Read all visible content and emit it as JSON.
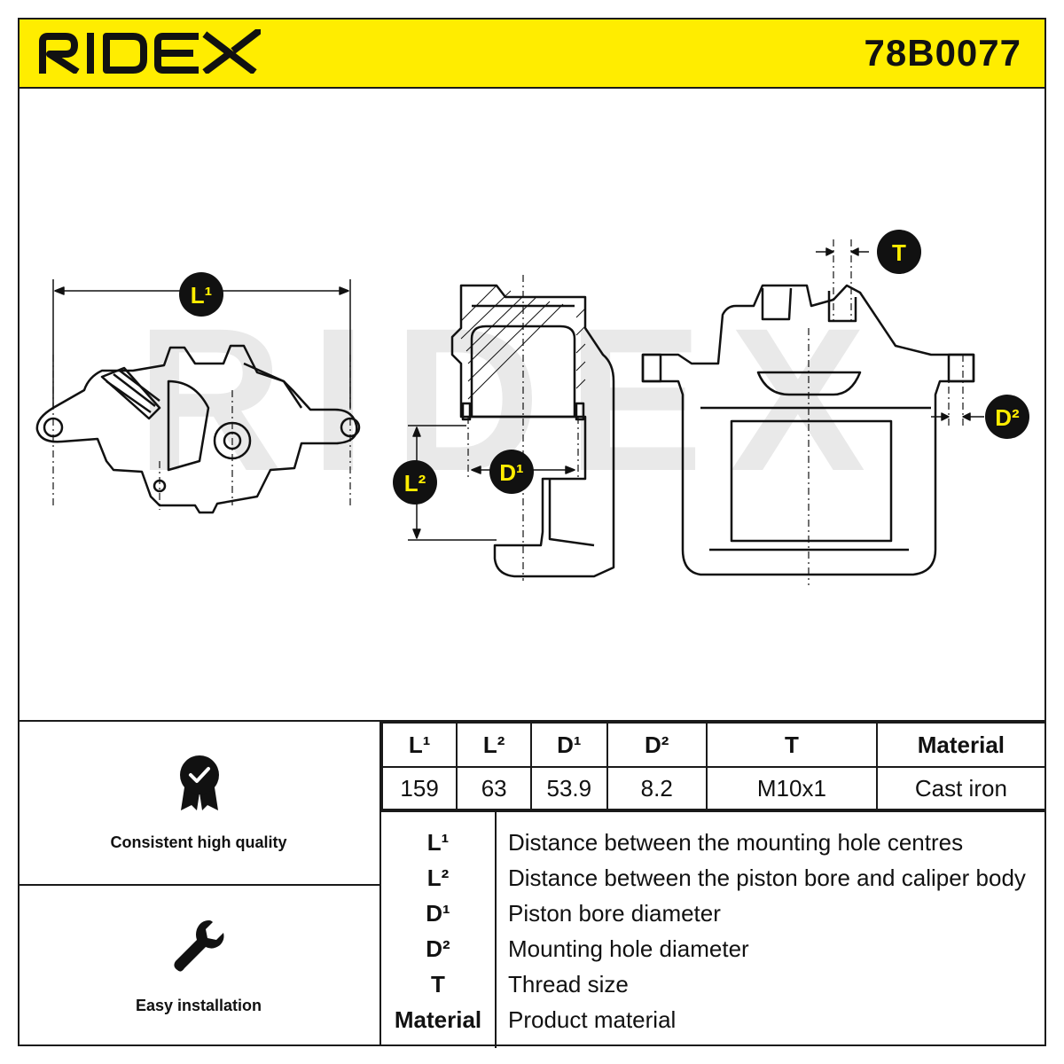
{
  "header": {
    "brand": "RIDEX",
    "part_number": "78B0077"
  },
  "drawing": {
    "watermark": "RIDEX",
    "labels": {
      "L1": "L¹",
      "L2": "L²",
      "D1": "D¹",
      "D2": "D²",
      "T": "T"
    }
  },
  "features": [
    {
      "label": "Consistent high quality",
      "icon": "quality-badge-icon"
    },
    {
      "label": "Easy installation",
      "icon": "wrench-icon"
    }
  ],
  "spec_table": {
    "headers": [
      "L¹",
      "L²",
      "D¹",
      "D²",
      "T",
      "Material"
    ],
    "values": [
      "159",
      "63",
      "53.9",
      "8.2",
      "M10x1",
      "Cast iron"
    ]
  },
  "legend": [
    {
      "key": "L¹",
      "desc": "Distance between the mounting hole centres"
    },
    {
      "key": "L²",
      "desc": "Distance between the piston bore and caliper body"
    },
    {
      "key": "D¹",
      "desc": "Piston bore diameter"
    },
    {
      "key": "D²",
      "desc": "Mounting hole diameter"
    },
    {
      "key": "T",
      "desc": "Thread size"
    },
    {
      "key": "Material",
      "desc": "Product material"
    }
  ],
  "colors": {
    "accent": "#ffed00",
    "ink": "#111111",
    "watermark": "#e6e6e6"
  }
}
